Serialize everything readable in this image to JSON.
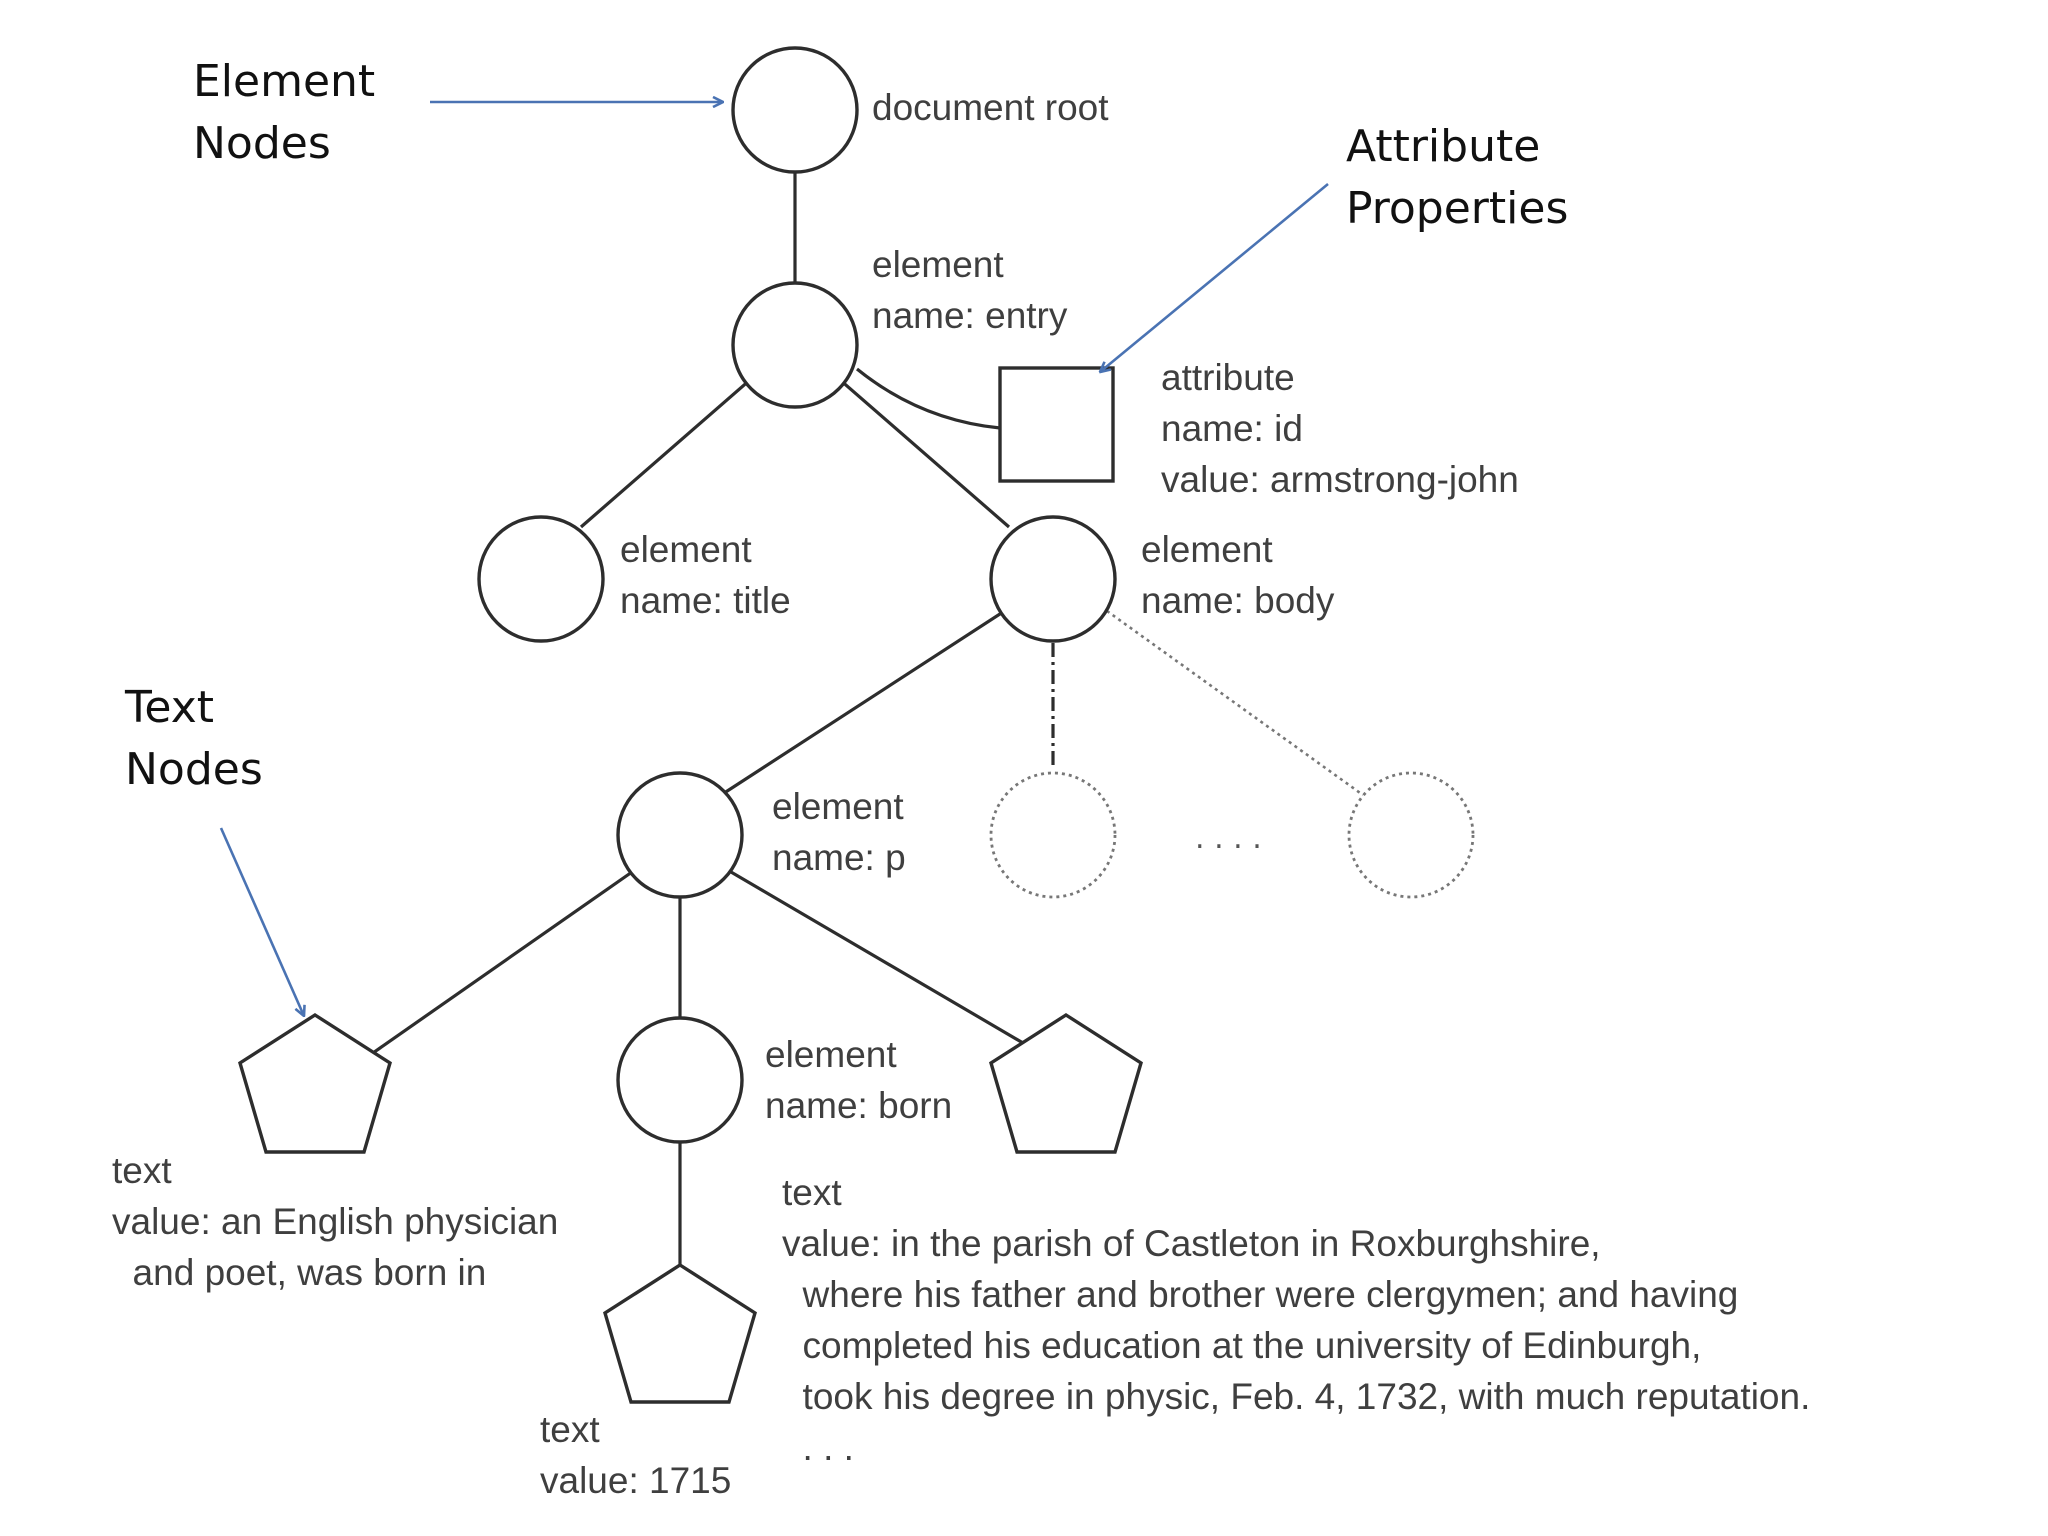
{
  "annotations": {
    "element_nodes": [
      "Element",
      "Nodes"
    ],
    "attribute_properties": [
      "Attribute",
      "Properties"
    ],
    "text_nodes": [
      "Text",
      "Nodes"
    ]
  },
  "nodes": {
    "root": {
      "lines": [
        "document root"
      ]
    },
    "entry": {
      "lines": [
        "element",
        "name: entry"
      ]
    },
    "attribute": {
      "lines": [
        "attribute",
        "name: id",
        "value: armstrong-john"
      ]
    },
    "title": {
      "lines": [
        "element",
        "name: title"
      ]
    },
    "body": {
      "lines": [
        "element",
        "name: body"
      ]
    },
    "p": {
      "lines": [
        "element",
        "name: p"
      ]
    },
    "born": {
      "lines": [
        "element",
        "name: born"
      ]
    },
    "text_left": {
      "lines": [
        "text",
        "value: an English physician",
        "  and poet, was born in"
      ]
    },
    "text_born": {
      "lines": [
        "text",
        "value: 1715"
      ]
    },
    "text_right": {
      "lines": [
        "text",
        "value: in the parish of Castleton in Roxburghshire,",
        "  where his father and brother were clergymen; and having",
        "  completed his education at the university of Edinburgh,",
        "  took his degree in physic, Feb. 4, 1732, with much reputation.",
        "  . . ."
      ]
    },
    "ellipsis_between": ". . . ."
  }
}
